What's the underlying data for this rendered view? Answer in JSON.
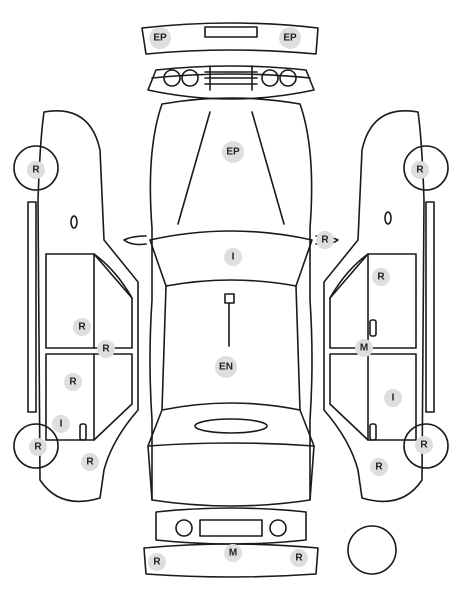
{
  "markers": [
    {
      "id": "front-bumper-left",
      "code": "EP"
    },
    {
      "id": "front-bumper-right",
      "code": "EP"
    },
    {
      "id": "hood",
      "code": "EP"
    },
    {
      "id": "left-front-wheel",
      "code": "R"
    },
    {
      "id": "right-front-wheel",
      "code": "R"
    },
    {
      "id": "right-mirror",
      "code": "R"
    },
    {
      "id": "windshield",
      "code": "I"
    },
    {
      "id": "right-front-door",
      "code": "R"
    },
    {
      "id": "left-front-door",
      "code": "R"
    },
    {
      "id": "left-b-pillar",
      "code": "R"
    },
    {
      "id": "right-b-pillar",
      "code": "M"
    },
    {
      "id": "roof",
      "code": "EN"
    },
    {
      "id": "left-rear-door",
      "code": "R"
    },
    {
      "id": "right-rear-door",
      "code": "I"
    },
    {
      "id": "left-rear-quarter",
      "code": "I"
    },
    {
      "id": "left-rear-wheel",
      "code": "R"
    },
    {
      "id": "right-rear-wheel",
      "code": "R"
    },
    {
      "id": "left-rear-sill",
      "code": "R"
    },
    {
      "id": "right-rear-sill",
      "code": "R"
    },
    {
      "id": "rear-bumper-center",
      "code": "M"
    },
    {
      "id": "rear-bumper-left",
      "code": "R"
    },
    {
      "id": "rear-bumper-right",
      "code": "R"
    }
  ]
}
